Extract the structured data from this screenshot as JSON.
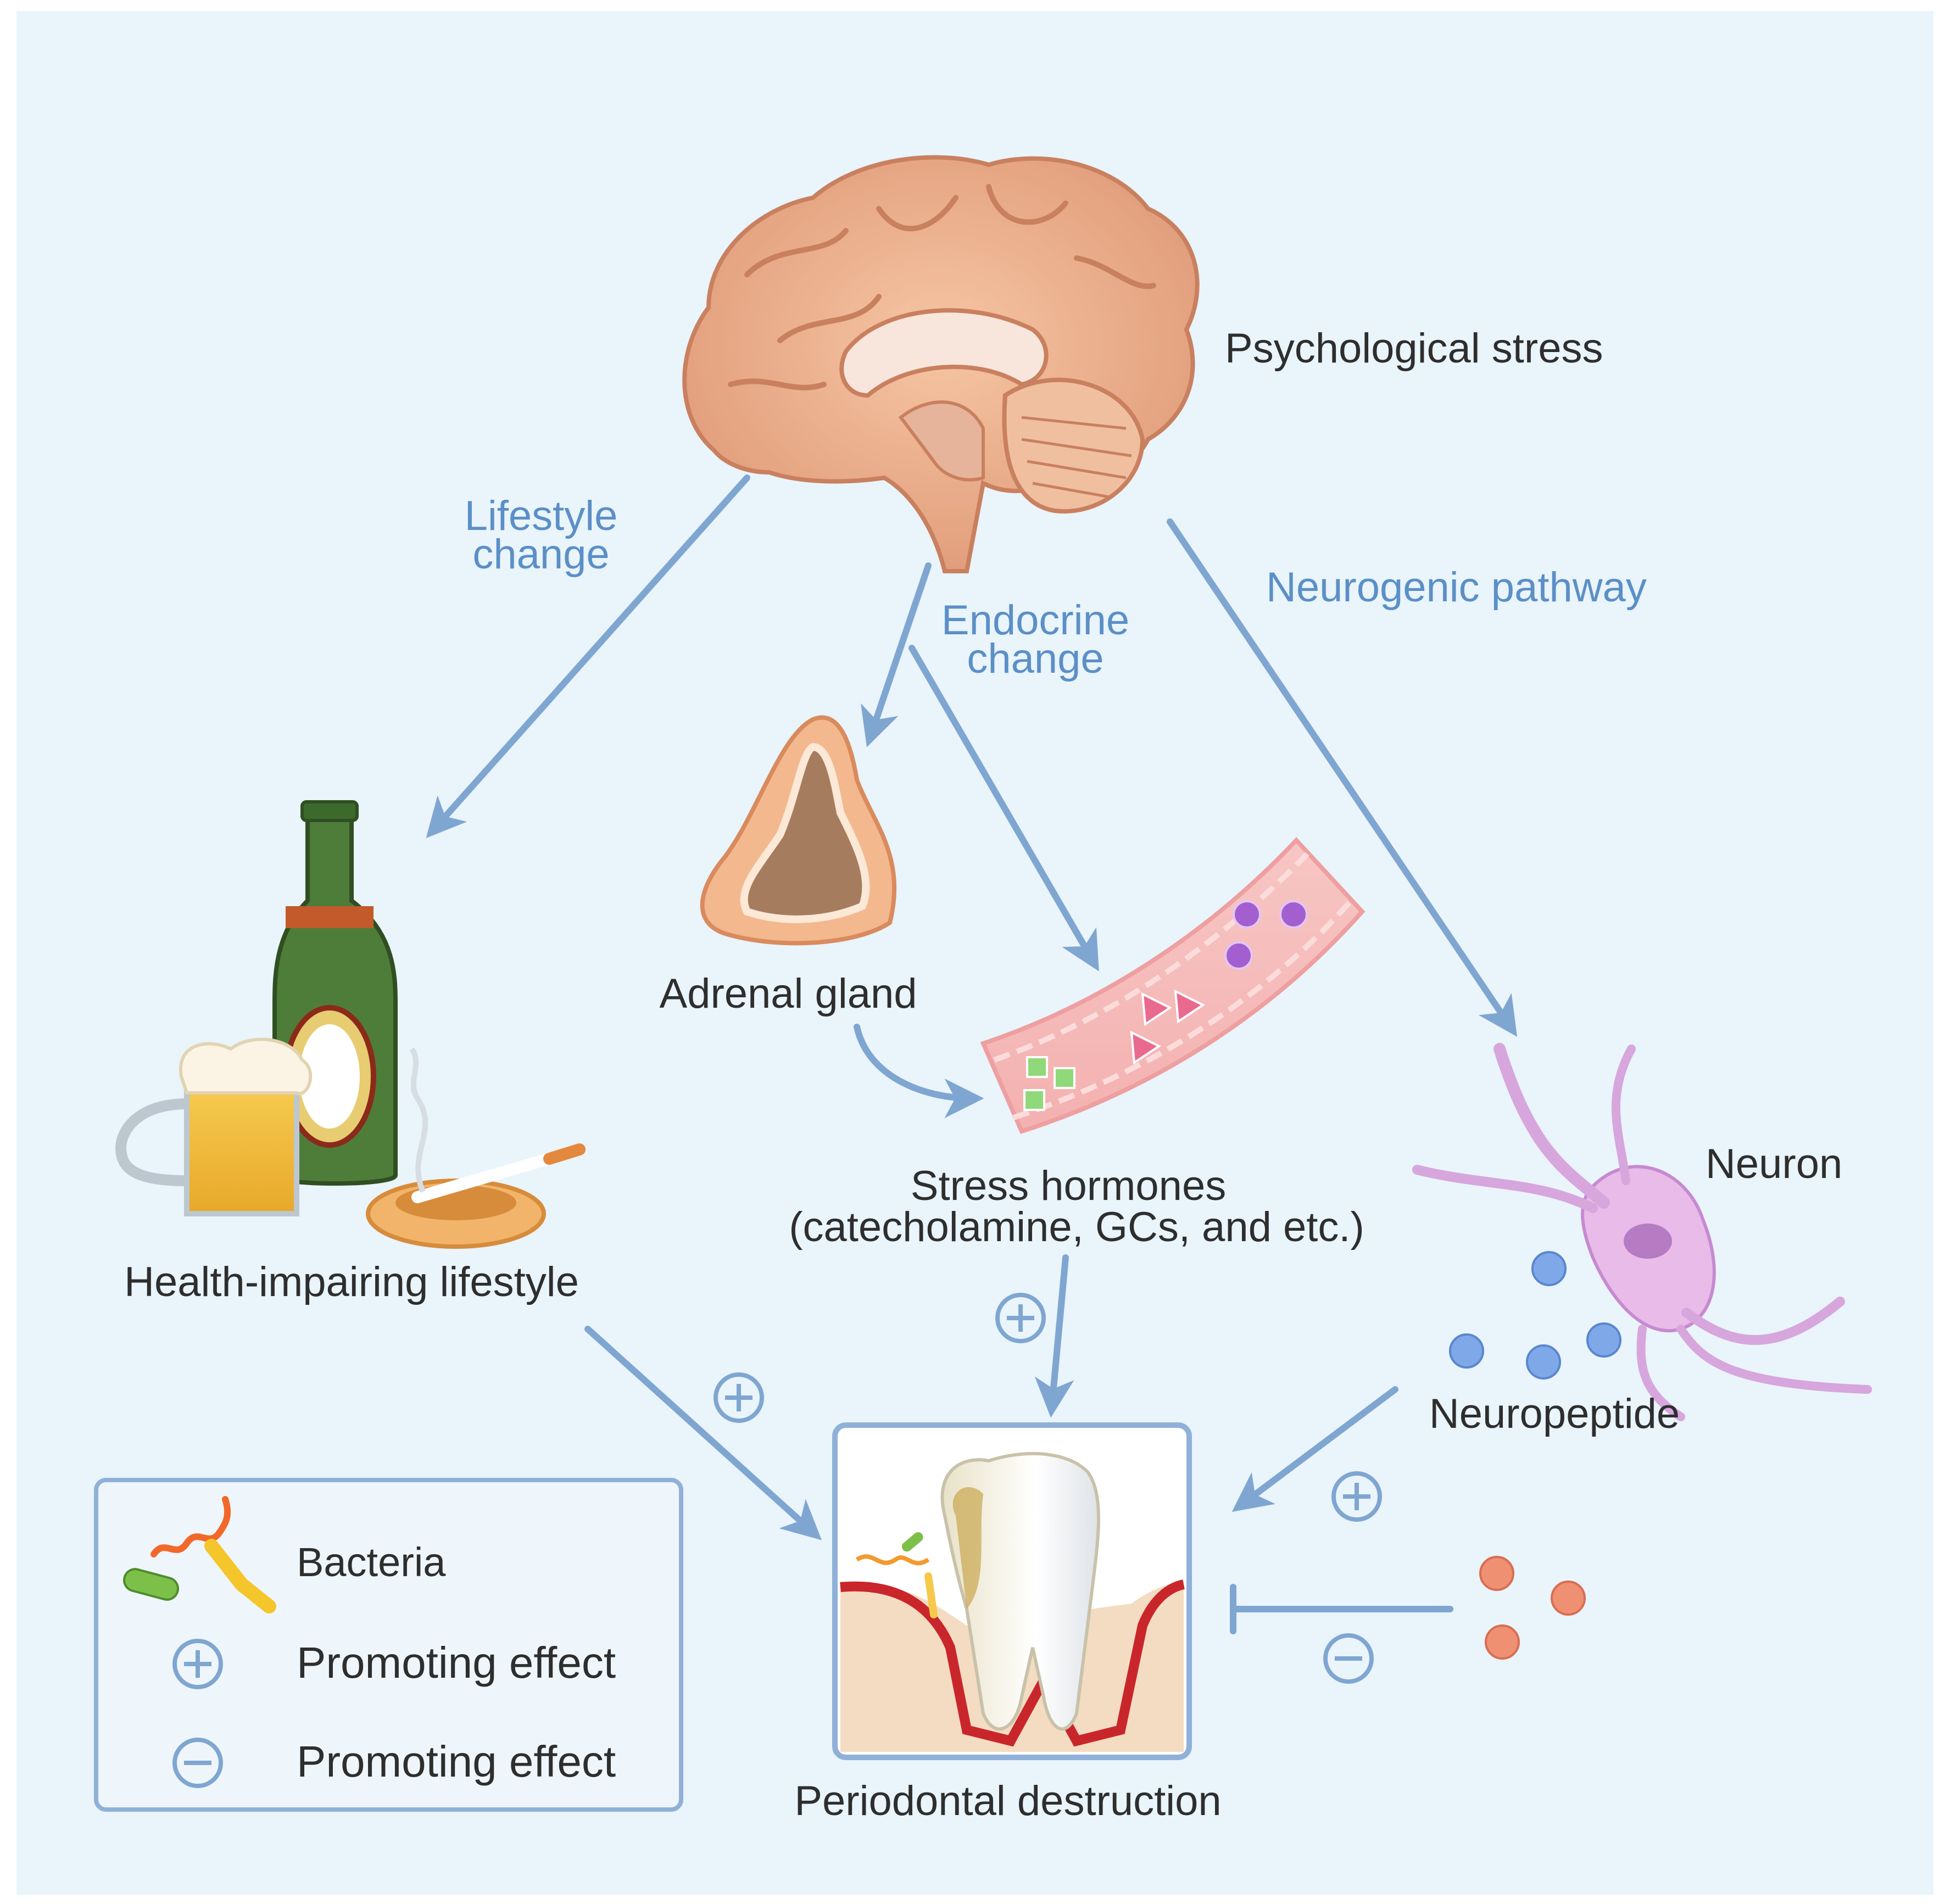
{
  "labels": {
    "psychological_stress": "Psychological stress",
    "lifestyle_change_1": "Lifestyle",
    "lifestyle_change_2": "change",
    "endocrine_change_1": "Endocrine",
    "endocrine_change_2": "change",
    "neurogenic_pathway": "Neurogenic pathway",
    "adrenal_gland": "Adrenal gland",
    "stress_hormones_1": "Stress hormones",
    "stress_hormones_2": "(catecholamine, GCs, and etc.)",
    "neuron": "Neuron",
    "neuropeptide": "Neuropeptide",
    "health_impairing_lifestyle": "Health-impairing lifestyle",
    "periodontal_destruction": "Periodontal destruction"
  },
  "legend": {
    "bacteria": "Bacteria",
    "promoting": "Promoting effect",
    "inhibiting": "Promoting effect"
  },
  "colors": {
    "background": "#e9f4fb",
    "arrow": "#7fa6d1",
    "label_blue": "#5b8fc7",
    "label_dark": "#2e2e2e"
  }
}
